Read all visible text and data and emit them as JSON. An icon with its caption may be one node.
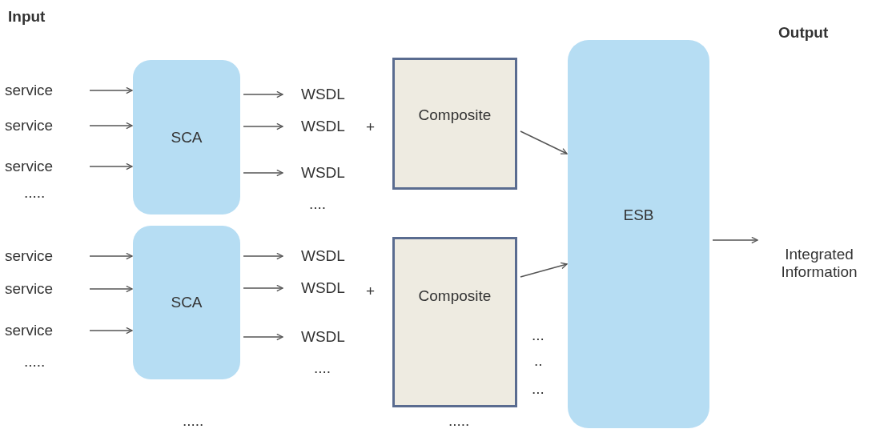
{
  "diagram": {
    "nodes": [
      {
        "text": [
          "service"
        ]
      },
      {
        "text": [
          "service"
        ]
      },
      {
        "text": [
          "service"
        ]
      },
      {
        "text": [
          "SCA"
        ]
      },
      {
        "text": [
          "WSDL"
        ]
      },
      {
        "text": [
          "WSDL"
        ]
      },
      {
        "text": [
          "WSDL"
        ]
      },
      {
        "text": [
          "Composite"
        ]
      },
      {
        "text": [
          "ESB"
        ]
      },
      {
        "text": [
          "Integrated Information"
        ]
      },
      {
        "text": [
          "service"
        ]
      },
      {
        "text": [
          "service"
        ]
      },
      {
        "text": [
          "service"
        ]
      },
      {
        "text": [
          "SCA"
        ]
      },
      {
        "text": [
          "WSDL"
        ]
      },
      {
        "text": [
          "WSDL"
        ]
      },
      {
        "text": [
          "WSDL"
        ]
      },
      {
        "text": [
          "Composite"
        ]
      }
    ],
    "edges": [
      {
        "from": 0,
        "to": 3,
        "arrow": "to"
      },
      {
        "from": 1,
        "to": 3,
        "arrow": "to"
      },
      {
        "from": 2,
        "to": 3,
        "arrow": "to"
      },
      {
        "from": 3,
        "to": 4,
        "arrow": "to"
      },
      {
        "from": 3,
        "to": 5,
        "arrow": "to"
      },
      {
        "from": 3,
        "to": 6,
        "arrow": "to"
      },
      {
        "from": 7,
        "to": 8,
        "arrow": "to"
      },
      {
        "from": 10,
        "to": 13,
        "arrow": "to"
      },
      {
        "from": 11,
        "to": 13,
        "arrow": "to"
      },
      {
        "from": 12,
        "to": 13,
        "arrow": "to"
      },
      {
        "from": 13,
        "to": 14,
        "arrow": "to"
      },
      {
        "from": 13,
        "to": 15,
        "arrow": "to"
      },
      {
        "from": 13,
        "to": 16,
        "arrow": "to"
      },
      {
        "from": 17,
        "to": 8,
        "arrow": "to"
      },
      {
        "from": 8,
        "to": 9,
        "arrow": "to"
      }
    ],
    "labels": [
      "Input",
      "Output",
      "+",
      ".....",
      "....",
      "+",
      ".....",
      "....",
      "...",
      "..",
      "...",
      ".....",
      "....."
    ]
  }
}
